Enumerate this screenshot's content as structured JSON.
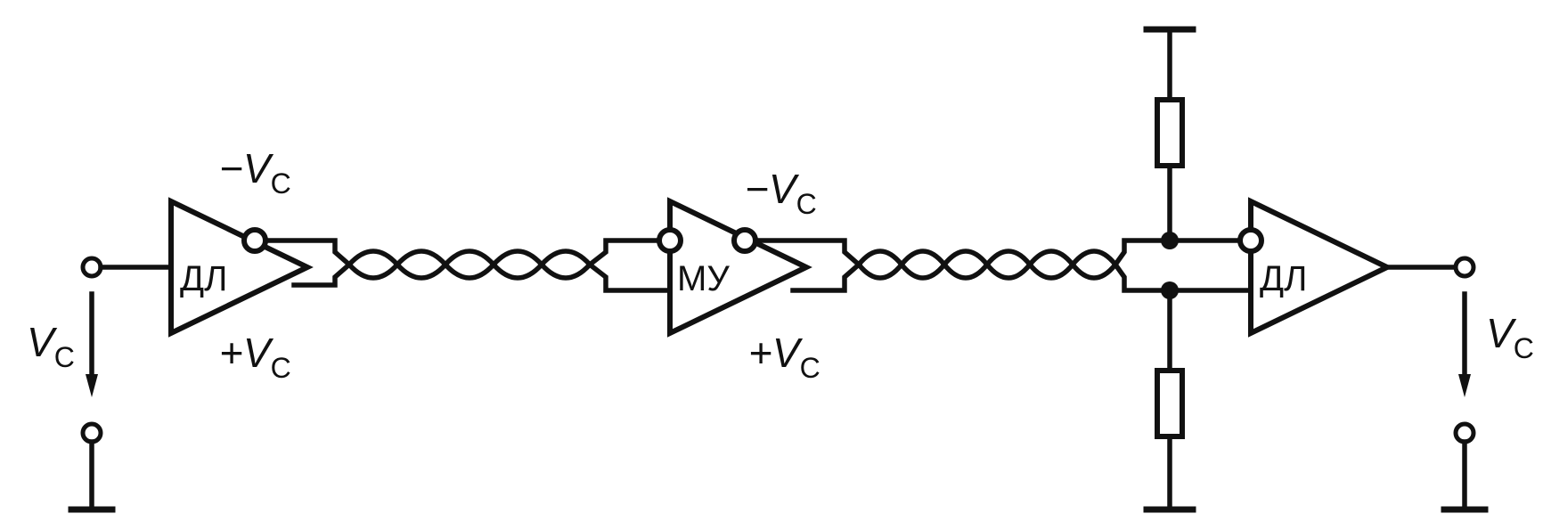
{
  "diagram": {
    "blocks": {
      "driver": {
        "label": "ДЛ"
      },
      "repeater": {
        "label": "МУ"
      },
      "receiver": {
        "label": "ДЛ"
      }
    },
    "labels": {
      "v_in": {
        "sym": "V",
        "sub": "C"
      },
      "v_out": {
        "sym": "V",
        "sub": "C"
      },
      "driver_neg": {
        "sign": "−",
        "sym": "V",
        "sub": "C"
      },
      "driver_pos": {
        "sign": "+",
        "sym": "V",
        "sub": "C"
      },
      "repeater_neg": {
        "sign": "−",
        "sym": "V",
        "sub": "C"
      },
      "repeater_pos": {
        "sign": "+",
        "sym": "V",
        "sub": "C"
      }
    }
  }
}
